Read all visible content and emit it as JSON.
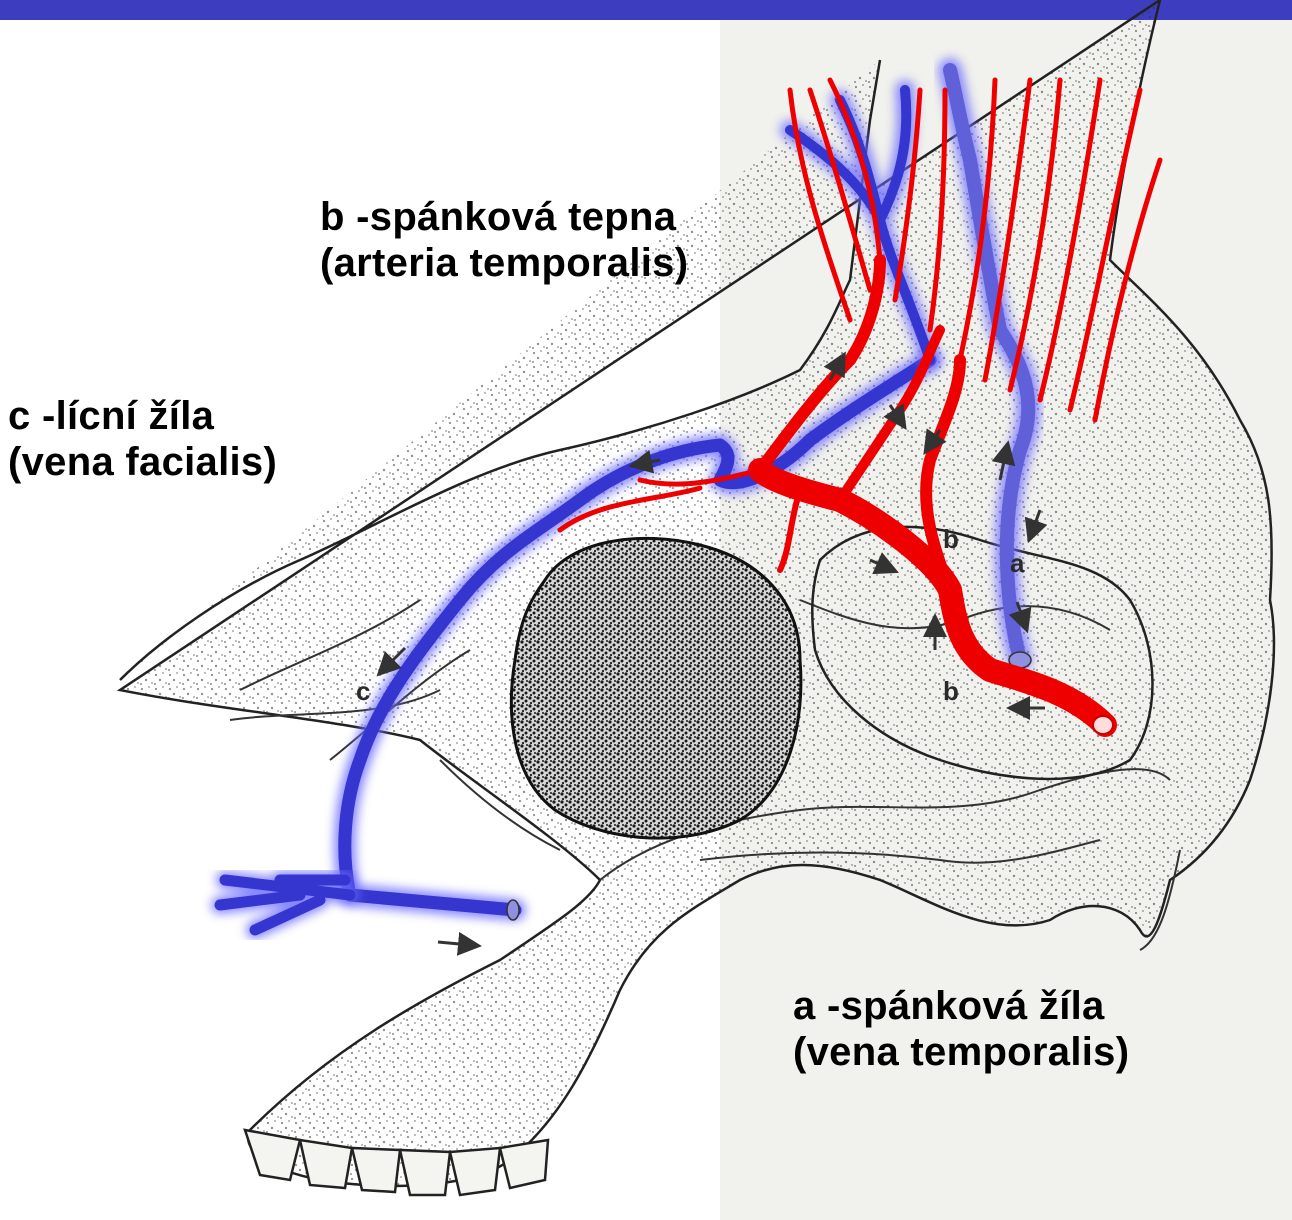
{
  "labels": {
    "b": {
      "line1": "b -spánková tepna",
      "line2": "(arteria temporalis)"
    },
    "c": {
      "line1": "c -lícní žíla",
      "line2": "(vena facialis)"
    },
    "a": {
      "line1": "a -spánková žíla",
      "line2": "(vena temporalis)"
    }
  },
  "markers": {
    "a": "a",
    "b": "b",
    "c": "c"
  },
  "colors": {
    "artery": "#ee0000",
    "vein": "#3535d0",
    "vein_glow": "#6a6aff",
    "bar": "#3d3dbf"
  }
}
